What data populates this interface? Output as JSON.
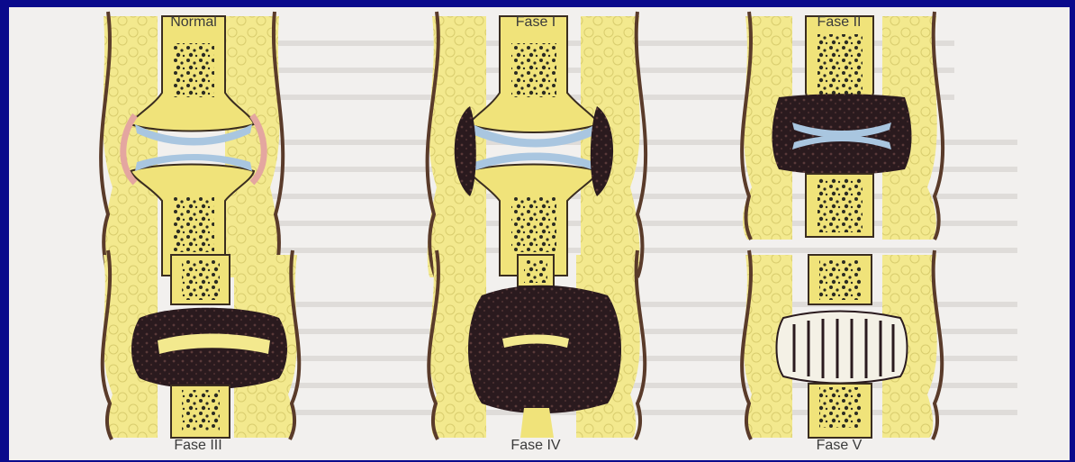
{
  "colors": {
    "background_border": "#0a0a8c",
    "paper": "#f2f0ee",
    "synovial_yellow": "#f3e98e",
    "bone_yellow": "#f0e37a",
    "cartilage_blue": "#a9c6e0",
    "capsule_pink": "#e4a6a0",
    "inflamed_tissue": "#2a1a1e"
  },
  "panels": [
    {
      "label": "Normal",
      "stage": "normal"
    },
    {
      "label": "Fase I",
      "stage": "1"
    },
    {
      "label": "Fase II",
      "stage": "2"
    },
    {
      "label": "Fase III",
      "stage": "3"
    },
    {
      "label": "Fase IV",
      "stage": "4"
    },
    {
      "label": "Fase V",
      "stage": "5"
    }
  ]
}
